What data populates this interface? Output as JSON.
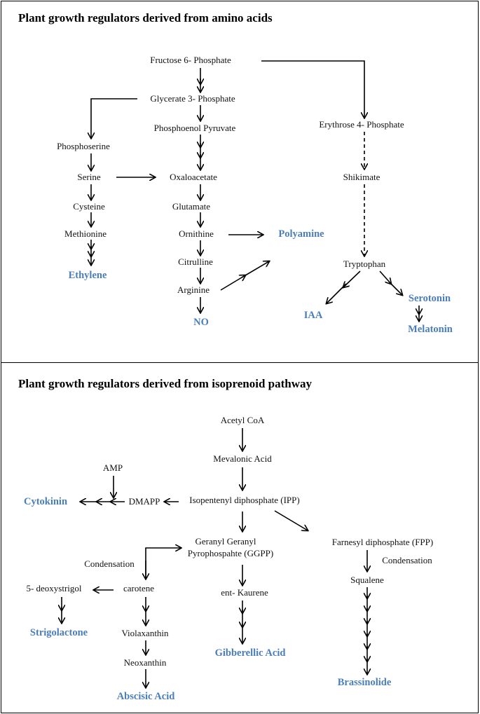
{
  "amino": {
    "title": "Plant growth regulators derived from amino acids",
    "nodes": {
      "fructose": "Fructose 6- Phosphate",
      "glycerate": "Glycerate 3- Phosphate",
      "pep": "Phosphoenol Pyruvate",
      "erythrose": "Erythrose 4- Phosphate",
      "phosphoserine": "Phosphoserine",
      "serine": "Serine",
      "oxaloacetate": "Oxaloacetate",
      "shikimate": "Shikimate",
      "cysteine": "Cysteine",
      "glutamate": "Glutamate",
      "methionine": "Methionine",
      "ornithine": "Ornithine",
      "citrulline": "Citrulline",
      "tryptophan": "Tryptophan",
      "arginine": "Arginine"
    },
    "hormones": {
      "ethylene": "Ethylene",
      "polyamine": "Polyamine",
      "no": "NO",
      "iaa": "IAA",
      "serotonin": "Serotonin",
      "melatonin": "Melatonin"
    }
  },
  "isoprenoid": {
    "title": "Plant growth regulators derived from isoprenoid pathway",
    "nodes": {
      "acetyl": "Acetyl CoA",
      "mevalonic": "Mevalonic Acid",
      "amp": "AMP",
      "dmapp": "DMAPP",
      "ipp": "Isopentenyl diphosphate (IPP)",
      "ggpp1": "Geranyl Geranyl",
      "ggpp2": "Pyrophospahte (GGPP)",
      "fpp": "Farnesyl diphosphate (FPP)",
      "condensation1": "Condensation",
      "condensation2": "Condensation",
      "deoxystrigol": "5- deoxystrigol",
      "carotene": "carotene",
      "squalene": "Squalene",
      "kaurene": "ent- Kaurene",
      "violaxanthin": "Violaxanthin",
      "neoxanthin": "Neoxanthin"
    },
    "hormones": {
      "cytokinin": "Cytokinin",
      "strigolactone": "Strigolactone",
      "gibberellic": "Gibberellic Acid",
      "brassinolide": "Brassinolide",
      "abscisic": "Abscisic Acid"
    }
  },
  "colors": {
    "hormone": "#4a7ebb",
    "arrow": "#000000",
    "border": "#000000"
  }
}
